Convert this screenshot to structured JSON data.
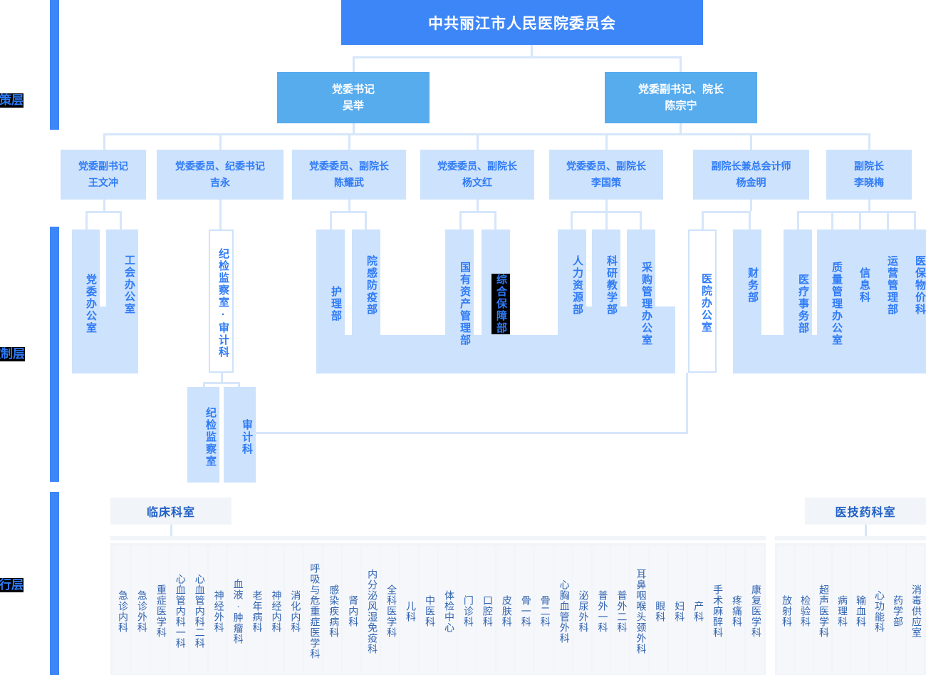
{
  "layers": [
    {
      "name": "decision-layer",
      "label": "决策层"
    },
    {
      "name": "control-layer",
      "label": "管控制层"
    },
    {
      "name": "execution-layer",
      "label": "执行层"
    }
  ],
  "root": {
    "label": "中共丽江市人民医院委员会"
  },
  "level2": [
    {
      "title": "党委书记",
      "name": "吴举"
    },
    {
      "title": "党委副书记、院长",
      "name": "陈宗宁"
    }
  ],
  "level3": [
    {
      "title": "党委副书记",
      "name": "王文冲"
    },
    {
      "title": "党委委员、纪委书记",
      "name": "吉永"
    },
    {
      "title": "党委委员、副院长",
      "name": "陈耀武"
    },
    {
      "title": "党委委员、副院长",
      "name": "杨文红"
    },
    {
      "title": "党委委员、副院长",
      "name": "李国策"
    },
    {
      "title": "副院长兼总会计师",
      "name": "杨金明"
    },
    {
      "title": "副院长",
      "name": "李晓梅"
    }
  ],
  "departments": [
    {
      "label": "党委办公室",
      "style": "filled"
    },
    {
      "label": "工会办公室",
      "style": "filled"
    },
    {
      "label": "纪检监察室·审计科",
      "style": "white"
    },
    {
      "label": "护理部",
      "style": "filled"
    },
    {
      "label": "院感防疫部",
      "style": "filled"
    },
    {
      "label": "国有资产管理部",
      "style": "filled"
    },
    {
      "label": "综合保障部",
      "style": "selected"
    },
    {
      "label": "人力资源部",
      "style": "filled"
    },
    {
      "label": "科研教学部",
      "style": "filled"
    },
    {
      "label": "采购管理办公室",
      "style": "filled"
    },
    {
      "label": "医院办公室",
      "style": "white"
    },
    {
      "label": "财务部",
      "style": "filled"
    },
    {
      "label": "医疗事务部",
      "style": "filled"
    },
    {
      "label": "质量管理办公室",
      "style": "filled"
    },
    {
      "label": "信息科",
      "style": "filled"
    },
    {
      "label": "运营管理部",
      "style": "filled"
    },
    {
      "label": "医保物价科",
      "style": "filled"
    }
  ],
  "sub_departments": [
    {
      "label": "纪检监察室"
    },
    {
      "label": "审计科"
    }
  ],
  "execution": {
    "clinical": {
      "heading": "临床科室",
      "items": [
        "急诊内科",
        "急诊外科",
        "重症医学科",
        "心血管内科一科",
        "心血管内科二科",
        "神经外科",
        "血液·肿瘤科",
        "老年病科",
        "神经内科",
        "消化内科",
        "呼吸与危重症医学科",
        "感染疾病科",
        "肾内科",
        "内分泌风湿免疫科",
        "全科医学科",
        "儿科",
        "中医科",
        "体检中心",
        "门诊科",
        "口腔科",
        "皮肤科",
        "骨一科",
        "骨二科",
        "心胸血管外科",
        "泌尿外科",
        "普外一科",
        "普外二科",
        "耳鼻咽喉头颈外科",
        "眼科",
        "妇科",
        "产科",
        "手术麻醉科",
        "疼痛科",
        "康复医学科"
      ]
    },
    "medtech": {
      "heading": "医技药科室",
      "items": [
        "放射科",
        "检验科",
        "超声医学科",
        "病理科",
        "输血科",
        "心功能科",
        "药学部",
        "消毒供应室"
      ]
    }
  },
  "colors": {
    "brand_blue": "#3d86f7",
    "mid_blue": "#57acee",
    "light_blue": "#cde2fc",
    "line": "#d6e6fb",
    "text_blue": "#2f7bf6",
    "exec_bg": "#f1f4f8",
    "exec_item_bg": "#f5f7fa",
    "exec_text": "#3163b0"
  }
}
